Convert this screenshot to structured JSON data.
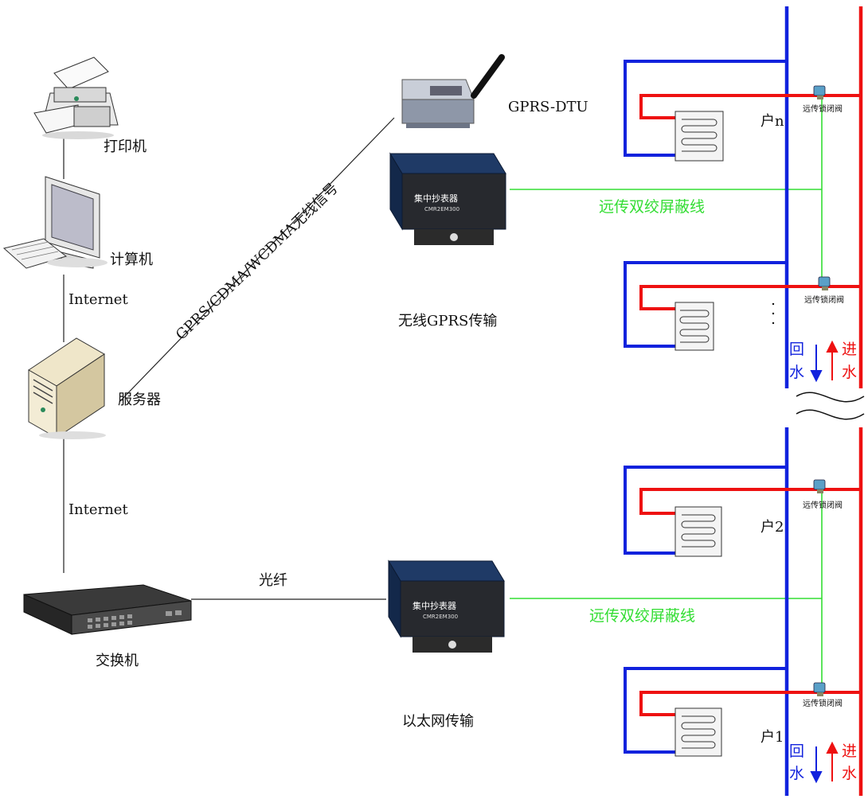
{
  "colors": {
    "supply": "#ee1111",
    "return": "#1122dd",
    "signal": "#33dd33",
    "line": "#222222"
  },
  "devices": {
    "printer": "打印机",
    "computer": "计算机",
    "server": "服务器",
    "switch": "交换机",
    "gprs_dtu": "GPRS-DTU"
  },
  "links": {
    "internet_top": "Internet",
    "internet_bottom": "Internet",
    "wireless_signal": "GPRS/CDMA/WCDMA无线信号",
    "fiber": "光纤"
  },
  "collectors": {
    "top_title": "无线GPRS传输",
    "bottom_title": "以太网传输",
    "device_label": "集中抄表器",
    "device_model": "CMR2EM300"
  },
  "cables": {
    "top": "远传双绞屏蔽线",
    "bottom": "远传双绞屏蔽线"
  },
  "valves": {
    "label_1": "远传锁闭阀",
    "label_2": "远传锁闭阀",
    "label_3": "远传锁闭阀",
    "label_4": "远传锁闭阀"
  },
  "households": {
    "top": "户n",
    "middle": "户2",
    "bottom": "户1",
    "ellipsis": "·\n·\n·"
  },
  "flow": {
    "return_1": "回",
    "return_2": "水",
    "supply_1": "进",
    "supply_2": "水"
  }
}
